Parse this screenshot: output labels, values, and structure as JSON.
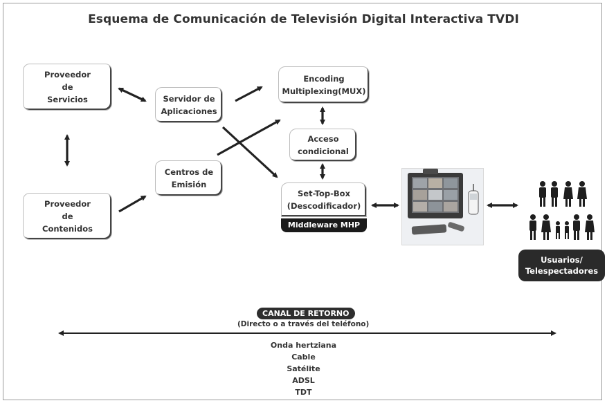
{
  "title": "Esquema de Comunicación de Televisión Digital Interactiva TVDI",
  "boxes": {
    "proveedor_servicios": "Proveedor\nde\nServicios",
    "proveedor_contenidos": "Proveedor\nde\nContenidos",
    "servidor_aplicaciones": "Servidor de\nAplicaciones",
    "centros_emision": "Centros de\nEmisión",
    "encoding": "Encoding\nMultiplexing(MUX)",
    "acceso_condicional": "Acceso\ncondicional",
    "set_top_box": "Set-Top-Box\n(Descodificador)"
  },
  "middleware_label": "Middleware MHP",
  "users_label": "Usuarios/\nTelespectadores",
  "canal": {
    "title": "CANAL DE RETORNO",
    "subtitle": "(Directo o a través del teléfono)",
    "media": [
      "Onda hertziana",
      "Cable",
      "Satélite",
      "ADSL",
      "TDT"
    ]
  }
}
